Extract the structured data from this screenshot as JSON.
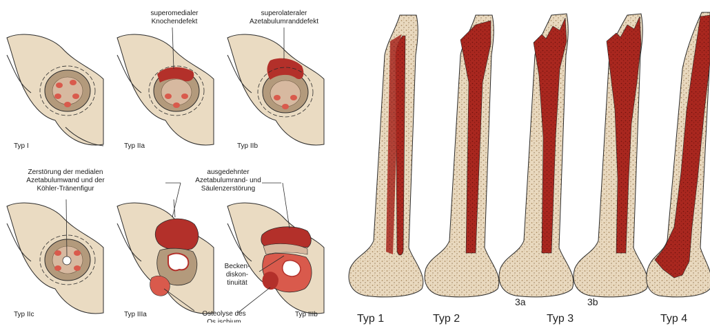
{
  "pelvis": {
    "panels": [
      {
        "type_label": "Typ I",
        "caption": ""
      },
      {
        "type_label": "Typ IIa",
        "caption_lines": [
          "superomedialer",
          "Knochendefekt"
        ]
      },
      {
        "type_label": "Typ IIb",
        "caption_lines": [
          "superolateraler",
          "Azetabulumranddefekt"
        ]
      },
      {
        "type_label": "Typ IIc",
        "caption_lines": [
          "Zerstörung der medialen",
          "Azetabulumwand und der",
          "Köhler-Tränenfigur"
        ]
      },
      {
        "type_label": "Typ IIIa"
      },
      {
        "type_label": "Typ IIIb"
      }
    ],
    "shared_caption_lines": [
      "ausgedehnter",
      "Azetabulumrand- und",
      "Säulenzerstörung"
    ],
    "discontinuity_lines": [
      "Becken-",
      "diskon-",
      "tinuität"
    ],
    "osteolysis_lines": [
      "Osteolyse des",
      "Os ischium"
    ]
  },
  "femur": {
    "types": [
      {
        "label": "Typ 1",
        "sublabel": ""
      },
      {
        "label": "Typ 2",
        "sublabel": ""
      },
      {
        "label": "Typ 3",
        "sublabel": "3a"
      },
      {
        "label": "",
        "sublabel": "3b"
      },
      {
        "label": "Typ 4",
        "sublabel": ""
      }
    ]
  },
  "colors": {
    "bone": "#eadbc2",
    "bone_dark": "#cdb48e",
    "defect": "#b3302a",
    "defect_light": "#d95a4c",
    "socket": "#b39a7c",
    "outline": "#2a2a2a"
  }
}
